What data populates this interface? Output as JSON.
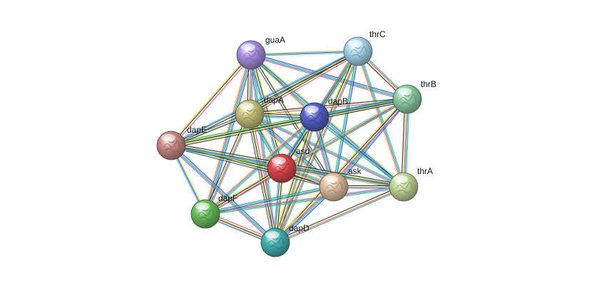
{
  "network": {
    "nodes": [
      {
        "id": "guaA",
        "label": "guaA",
        "color": "#a98fe0"
      },
      {
        "id": "thrC",
        "label": "thrC",
        "color": "#a9d8ee"
      },
      {
        "id": "thrB",
        "label": "thrB",
        "color": "#8fcfa6"
      },
      {
        "id": "dapA",
        "label": "dapA",
        "color": "#c9c47a"
      },
      {
        "id": "dapB",
        "label": "dapB",
        "color": "#5560c8"
      },
      {
        "id": "dapE",
        "label": "dapE",
        "color": "#c98a84"
      },
      {
        "id": "asd",
        "label": "asd",
        "color": "#e0494f"
      },
      {
        "id": "ask",
        "label": "ask",
        "color": "#e2c0a0"
      },
      {
        "id": "thrA",
        "label": "thrA",
        "color": "#c6d89a"
      },
      {
        "id": "dapF",
        "label": "dapF",
        "color": "#6cbf5e"
      },
      {
        "id": "dapD",
        "label": "dapD",
        "color": "#46b3b0"
      }
    ],
    "edges": [
      [
        "guaA",
        "thrC"
      ],
      [
        "guaA",
        "thrB"
      ],
      [
        "guaA",
        "dapA"
      ],
      [
        "guaA",
        "dapB"
      ],
      [
        "guaA",
        "dapE"
      ],
      [
        "guaA",
        "asd"
      ],
      [
        "guaA",
        "ask"
      ],
      [
        "guaA",
        "thrA"
      ],
      [
        "guaA",
        "dapF"
      ],
      [
        "guaA",
        "dapD"
      ],
      [
        "thrC",
        "thrB"
      ],
      [
        "thrC",
        "dapA"
      ],
      [
        "thrC",
        "dapB"
      ],
      [
        "thrC",
        "dapE"
      ],
      [
        "thrC",
        "asd"
      ],
      [
        "thrC",
        "ask"
      ],
      [
        "thrC",
        "thrA"
      ],
      [
        "thrC",
        "dapD"
      ],
      [
        "thrB",
        "dapA"
      ],
      [
        "thrB",
        "dapB"
      ],
      [
        "thrB",
        "dapE"
      ],
      [
        "thrB",
        "asd"
      ],
      [
        "thrB",
        "ask"
      ],
      [
        "thrB",
        "thrA"
      ],
      [
        "thrB",
        "dapF"
      ],
      [
        "thrB",
        "dapD"
      ],
      [
        "dapA",
        "dapB"
      ],
      [
        "dapA",
        "dapE"
      ],
      [
        "dapA",
        "asd"
      ],
      [
        "dapA",
        "ask"
      ],
      [
        "dapA",
        "thrA"
      ],
      [
        "dapA",
        "dapF"
      ],
      [
        "dapA",
        "dapD"
      ],
      [
        "dapB",
        "dapE"
      ],
      [
        "dapB",
        "asd"
      ],
      [
        "dapB",
        "ask"
      ],
      [
        "dapB",
        "thrA"
      ],
      [
        "dapB",
        "dapF"
      ],
      [
        "dapB",
        "dapD"
      ],
      [
        "dapE",
        "asd"
      ],
      [
        "dapE",
        "ask"
      ],
      [
        "dapE",
        "thrA"
      ],
      [
        "dapE",
        "dapF"
      ],
      [
        "dapE",
        "dapD"
      ],
      [
        "asd",
        "ask"
      ],
      [
        "asd",
        "thrA"
      ],
      [
        "asd",
        "dapF"
      ],
      [
        "asd",
        "dapD"
      ],
      [
        "ask",
        "thrA"
      ],
      [
        "ask",
        "dapF"
      ],
      [
        "ask",
        "dapD"
      ],
      [
        "thrA",
        "dapF"
      ],
      [
        "thrA",
        "dapD"
      ],
      [
        "dapF",
        "dapD"
      ]
    ],
    "edge_colors": [
      "#b6e03a",
      "#3a3ad8",
      "#2fb7c9",
      "#27a84a",
      "#d63ad6",
      "#e3e35a",
      "#222222"
    ]
  }
}
